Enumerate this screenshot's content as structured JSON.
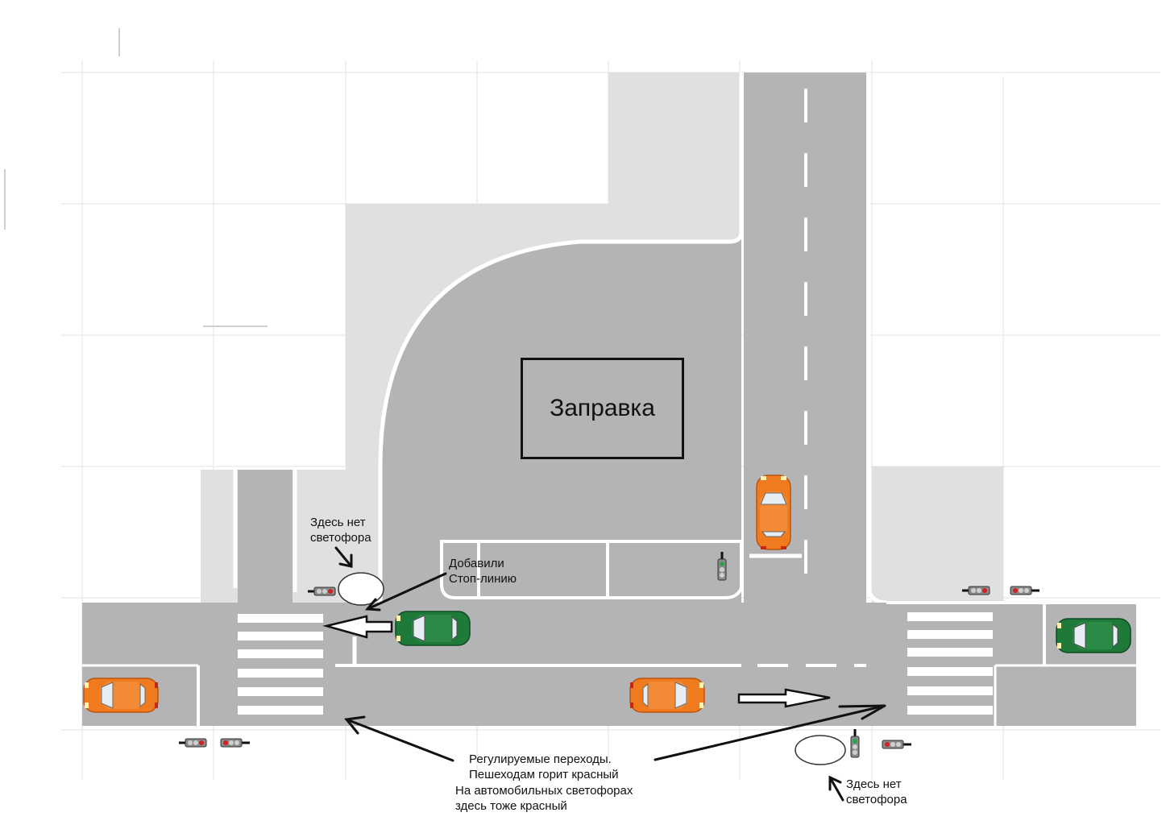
{
  "gas_station": {
    "label": "Заправка"
  },
  "annotations": {
    "no_light_top": [
      "Здесь нет",
      "светофора"
    ],
    "stop_line": [
      "Добавили",
      "Стоп-линию"
    ],
    "regulated_crossings": [
      "Регулируемые переходы.",
      "Пешеходам горит красный"
    ],
    "car_lights": [
      "На автомобильных светофорах",
      "здесь тоже красный"
    ],
    "no_light_bottom": [
      "Здесь нет",
      "светофора"
    ]
  },
  "colors": {
    "road": "#b4b4b6",
    "sidewalk": "#e0e0e2",
    "marking": "#ffffff",
    "car_orange": "#f07a1e",
    "car_green": "#1f7a3a",
    "signal_red": "#d42020",
    "signal_green": "#2fa24a"
  },
  "signal_states": {
    "pedestrian": "red",
    "vehicle_left_group": "red"
  }
}
